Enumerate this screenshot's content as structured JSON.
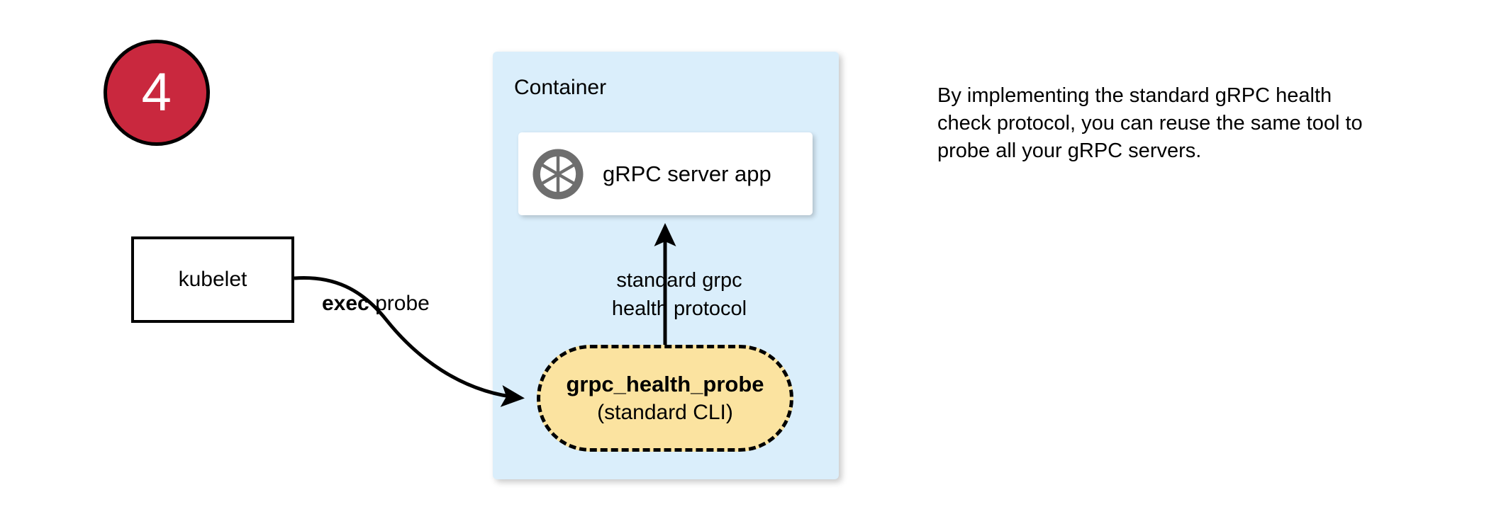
{
  "step": {
    "number": "4"
  },
  "kubelet": {
    "label": "kubelet"
  },
  "edges": {
    "exec_probe": {
      "keyword": "exec",
      "rest": " probe"
    },
    "protocol": {
      "label": "standard grpc\nhealth protocol"
    }
  },
  "container": {
    "title": "Container",
    "server_card": {
      "label": "gRPC server app",
      "icon": "aperture-icon"
    },
    "probe": {
      "title": "grpc_health_probe",
      "subtitle": "(standard CLI)"
    }
  },
  "note": {
    "text": "By implementing the standard gRPC health check protocol, you can reuse the same tool to probe all your gRPC servers."
  },
  "colors": {
    "badge_fill": "#c9283e",
    "badge_text": "#ffffff",
    "container_fill": "#daeefb",
    "probe_fill": "#fbe3a0",
    "icon_gray": "#6e6e6e",
    "stroke": "#000000"
  }
}
